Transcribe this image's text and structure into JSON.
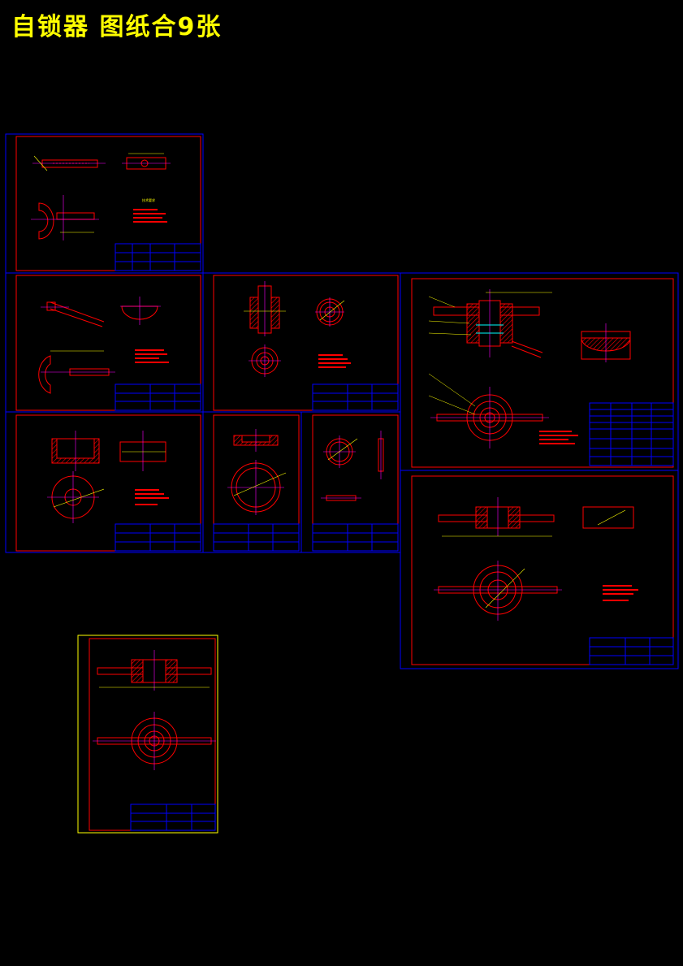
{
  "page_title": "自锁器 图纸合9张",
  "colors": {
    "background": "#000000",
    "title": "#ffff00",
    "sheet_frame": "#0000ff",
    "drawing_border": "#ff0000",
    "part_outline": "#ff0000",
    "part_fill": "#ff0000",
    "center_line": "#ff00ff",
    "dimension": "#ffff00",
    "annotation": "#ff0000",
    "title_block": "#0000ff",
    "cyan": "#00ffff",
    "last_sheet_frame": "#ffff00"
  },
  "drawings": [
    {
      "id": "sheet-1",
      "view": "handle-side"
    },
    {
      "id": "sheet-2",
      "view": "handle-top"
    },
    {
      "id": "sheet-3",
      "view": "sleeve"
    },
    {
      "id": "sheet-4",
      "view": "assembly"
    },
    {
      "id": "sheet-5",
      "view": "cap"
    },
    {
      "id": "sheet-6",
      "view": "ring"
    },
    {
      "id": "sheet-7",
      "view": "disc"
    },
    {
      "id": "sheet-8",
      "view": "body"
    },
    {
      "id": "sheet-9",
      "view": "body-assembly"
    }
  ]
}
